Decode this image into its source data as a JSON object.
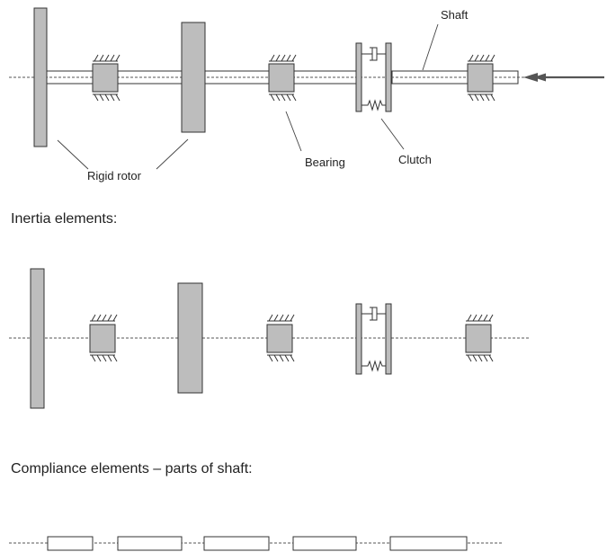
{
  "labels": {
    "shaft": "Shaft",
    "rigid_rotor": "Rigid rotor",
    "bearing": "Bearing",
    "clutch": "Clutch"
  },
  "headings": {
    "inertia": "Inertia elements:",
    "compliance": "Compliance elements – parts of shaft:"
  },
  "colors": {
    "element_fill": "#bdbdbd",
    "outline": "#333333",
    "arrow": "#555555"
  }
}
